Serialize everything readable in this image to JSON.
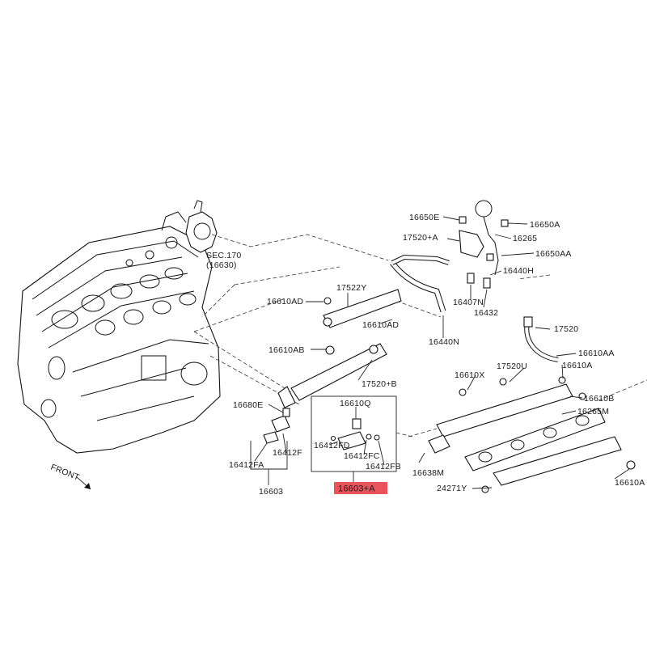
{
  "labels": {
    "l_16650E": "16650E",
    "l_16650A": "16650A",
    "l_17520A": "17520+A",
    "l_16265": "16265",
    "l_16650AA": "16650AA",
    "l_16440H": "16440H",
    "l_sec170": "SEC.170",
    "l_16630": "(16630)",
    "l_16610AD_1": "16610AD",
    "l_17522Y": "17522Y",
    "l_16407N": "16407N",
    "l_16432": "16432",
    "l_16610AD_2": "16610AD",
    "l_16440N": "16440N",
    "l_16610AB": "16610AB",
    "l_17520B": "17520+B",
    "l_17520": "17520",
    "l_16610AA": "16610AA",
    "l_16610X": "16610X",
    "l_17520U": "17520U",
    "l_16610A": "16610A",
    "l_16610B": "16610B",
    "l_16265M": "16265M",
    "l_16680E": "16680E",
    "l_16610Q": "16610Q",
    "l_16412FD": "16412FD",
    "l_16412FC": "16412FC",
    "l_16412FB": "16412FB",
    "l_16412F": "16412F",
    "l_16412FA": "16412FA",
    "l_16638M": "16638M",
    "l_24271Y": "24271Y",
    "l_16610A_edge": "16610A",
    "l_16603": "16603",
    "l_16603A": "16603+A",
    "l_front": "FRONT"
  },
  "highlight_color": "#e8545a"
}
